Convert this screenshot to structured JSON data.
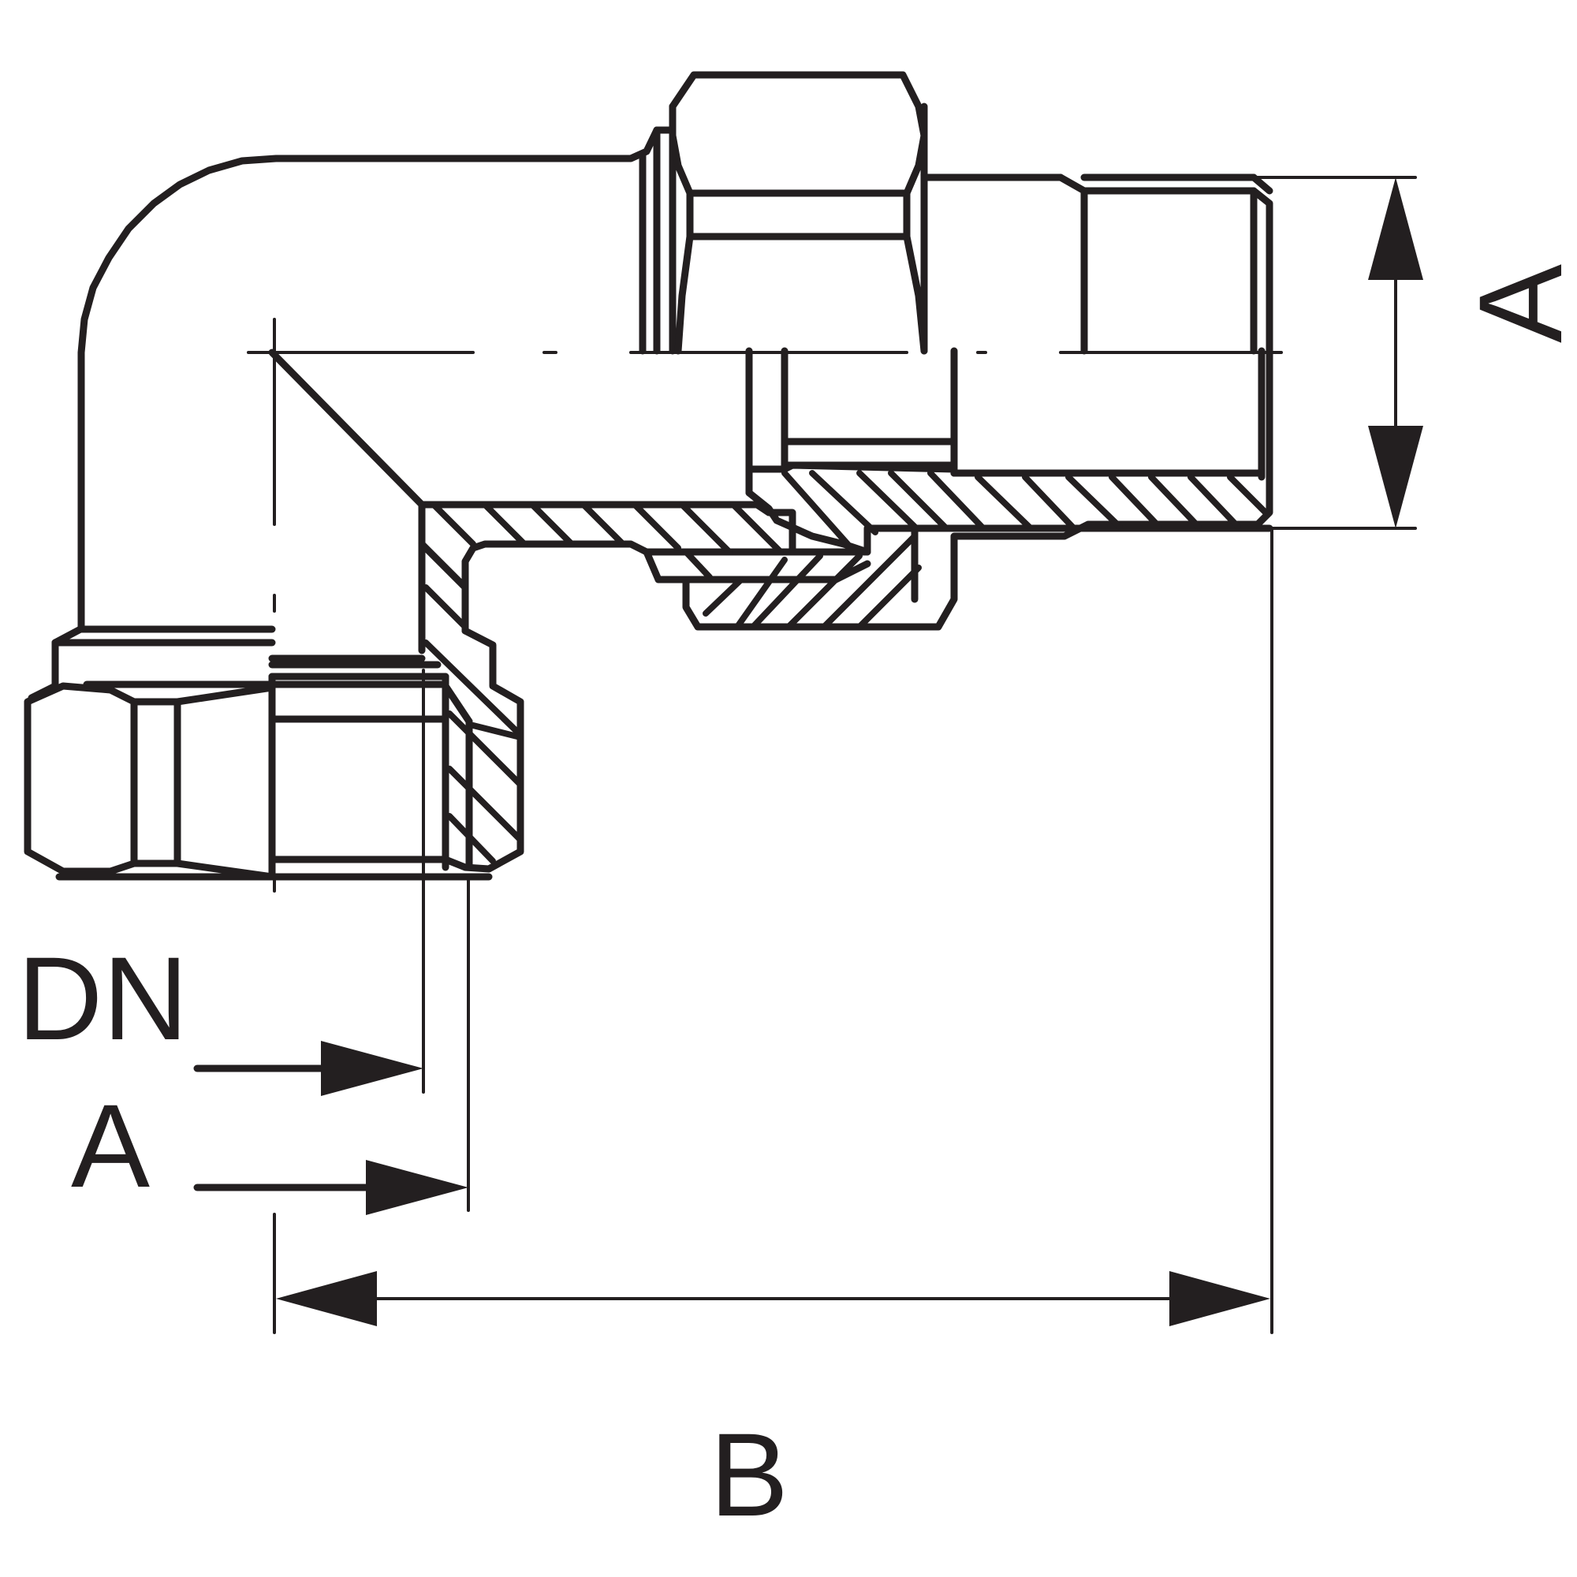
{
  "labels": {
    "dn": "DN",
    "a_left": "A",
    "a_right": "A",
    "b": "B"
  },
  "colors": {
    "line": "#231f20",
    "background": "#ffffff"
  }
}
